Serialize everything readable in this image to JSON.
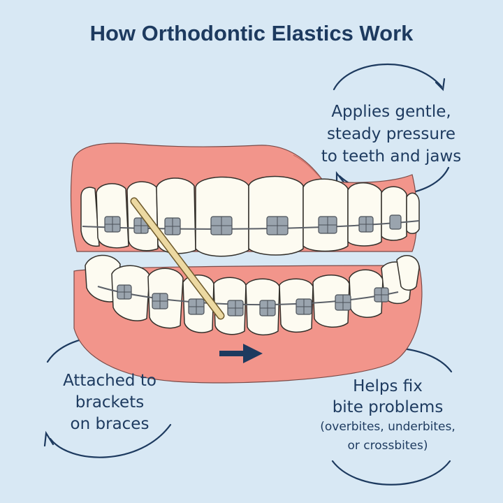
{
  "title": "How Orthodontic Elastics Work",
  "captions": {
    "pressure": [
      "Applies gentle,",
      "steady pressure",
      "to teeth and jaws"
    ],
    "attached": [
      "Attached to",
      "brackets",
      "on braces"
    ],
    "bite": {
      "lines": [
        "Helps fix",
        "bite problems"
      ],
      "detail": [
        "(overbites, underbites,",
        "or crossbites)"
      ]
    }
  },
  "icons": {
    "cycle_arrows": "circular-arrow-icon",
    "direction_arrow": "right-arrow-icon"
  },
  "colors": {
    "background": "#d8e8f4",
    "text": "#1d3a5f",
    "gums": "#f2958b",
    "teeth": "#fdfbf1",
    "brackets": "#8f9aa6",
    "elastic": "#ecd9a2"
  }
}
